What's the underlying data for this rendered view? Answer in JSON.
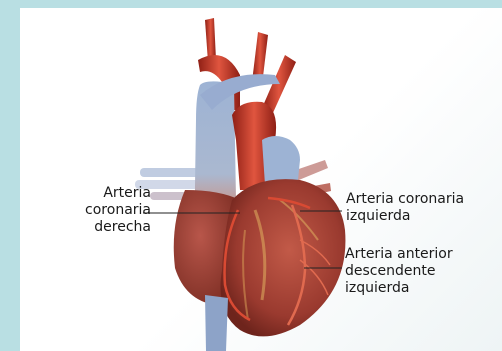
{
  "labels": {
    "right_coronary": [
      "Arteria",
      "coronaria",
      "derecha"
    ],
    "left_coronary": [
      "Arteria coronaria",
      "izquierda"
    ],
    "lad": [
      "Arteria anterior",
      "descendente",
      "izquierda"
    ]
  },
  "colors": {
    "outer_border": "#b9dfe3",
    "panel": "#ffffff",
    "vein_blue": "#8fa8c8",
    "artery_red": "#c0392b",
    "heart_muscle": "#a8463a",
    "fat_yellow": "#e0b060"
  }
}
